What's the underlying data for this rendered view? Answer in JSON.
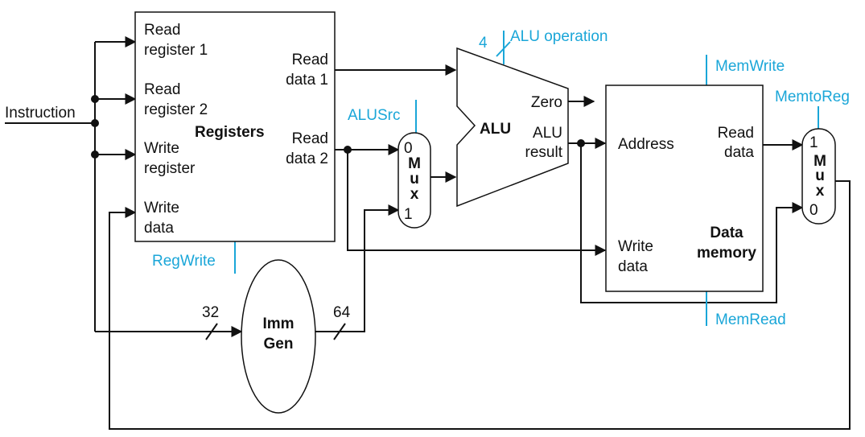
{
  "inputs": {
    "instruction": "Instruction"
  },
  "registers": {
    "title": "Registers",
    "read_register_1": [
      "Read",
      "register 1"
    ],
    "read_register_2": [
      "Read",
      "register 2"
    ],
    "write_register": [
      "Write",
      "register"
    ],
    "write_data": [
      "Write",
      "data"
    ],
    "read_data_1": [
      "Read",
      "data 1"
    ],
    "read_data_2": [
      "Read",
      "data 2"
    ]
  },
  "alu": {
    "title": "ALU",
    "zero": "Zero",
    "result": [
      "ALU",
      "result"
    ]
  },
  "mux_alusrc": {
    "letters": [
      "M",
      "u",
      "x"
    ],
    "in0": "0",
    "in1": "1"
  },
  "mux_memtoreg": {
    "letters": [
      "M",
      "u",
      "x"
    ],
    "in1": "1",
    "in0": "0"
  },
  "data_memory": {
    "title": [
      "Data",
      "memory"
    ],
    "address": "Address",
    "read_data": [
      "Read",
      "data"
    ],
    "write_data": [
      "Write",
      "data"
    ]
  },
  "imm_gen": {
    "title": [
      "Imm",
      "Gen"
    ],
    "width_in": "32",
    "width_out": "64"
  },
  "control_signals": {
    "alu_op_width": "4",
    "alu_operation": "ALU operation",
    "alusrc": "ALUSrc",
    "regwrite": "RegWrite",
    "memwrite": "MemWrite",
    "memread": "MemRead",
    "memtoreg": "MemtoReg"
  },
  "colors": {
    "control": "#1aa6d8",
    "wire": "#111111",
    "background": "#ffffff"
  }
}
